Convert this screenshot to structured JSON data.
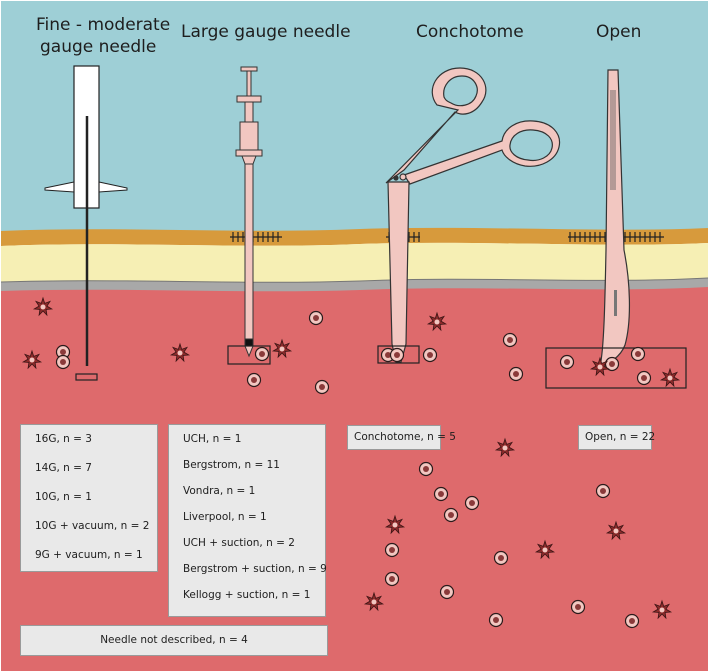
{
  "headings": {
    "fine_line1": "Fine - moderate",
    "fine_line2": "gauge needle",
    "large": "Large gauge needle",
    "conchotome": "Conchotome",
    "open": "Open"
  },
  "boxes": {
    "fine": [
      "16G, n = 3",
      "14G, n = 7",
      "10G, n = 1",
      "10G + vacuum, n = 2",
      "9G + vacuum, n = 1"
    ],
    "large": [
      "UCH, n = 1",
      "Bergstrom, n = 11",
      "Vondra, n = 1",
      "Liverpool, n = 1",
      "UCH + suction, n = 2",
      "Bergstrom + suction, n = 9",
      "Kellogg + suction, n = 1"
    ],
    "conchotome": "Conchotome, n = 5",
    "open": "Open, n = 22",
    "not_described": "Needle not described, n = 4"
  },
  "colors": {
    "sky": "#9ecfd6",
    "skin": "#d79a3c",
    "fat": "#f6efb4",
    "fascia": "#a8a8a8",
    "muscle": "#de6a6c",
    "instrument": "#f2c7c1",
    "box": "#e9e9e9"
  },
  "icons": {
    "nucleus_cell": "circle-cell-icon",
    "spiky_cell": "star-cell-icon"
  }
}
